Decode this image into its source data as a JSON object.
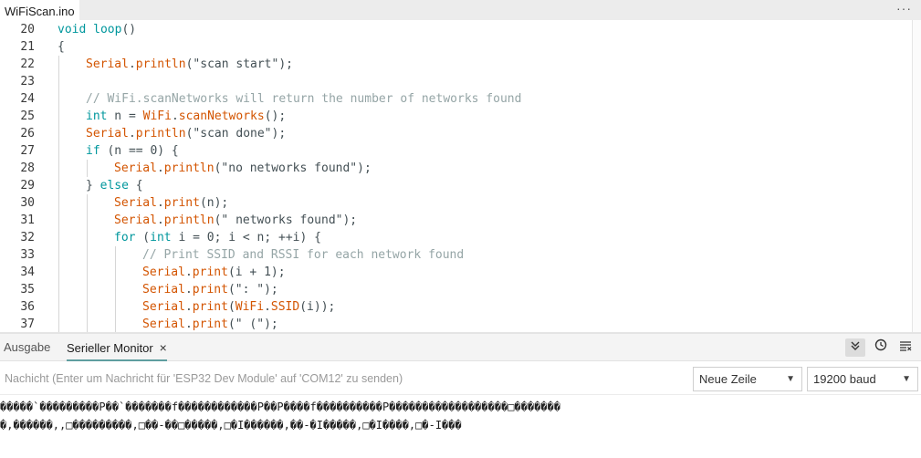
{
  "tab": {
    "filename": "WiFiScan.ino",
    "more_icon": "ellipsis-icon",
    "more_label": "···"
  },
  "editor": {
    "lines": [
      {
        "num": "20",
        "indent": 0,
        "tokens": [
          {
            "t": "kw",
            "s": "void"
          },
          {
            "t": "tx",
            "s": " "
          },
          {
            "t": "kw",
            "s": "loop"
          },
          {
            "t": "tx",
            "s": "()"
          }
        ]
      },
      {
        "num": "21",
        "indent": 0,
        "tokens": [
          {
            "t": "tx",
            "s": "{"
          }
        ]
      },
      {
        "num": "22",
        "indent": 1,
        "tokens": [
          {
            "t": "fn",
            "s": "Serial"
          },
          {
            "t": "tx",
            "s": "."
          },
          {
            "t": "fn",
            "s": "println"
          },
          {
            "t": "tx",
            "s": "(\"scan start\");"
          }
        ]
      },
      {
        "num": "23",
        "indent": 1,
        "tokens": []
      },
      {
        "num": "24",
        "indent": 1,
        "tokens": [
          {
            "t": "cm",
            "s": "// WiFi.scanNetworks will return the number of networks found"
          }
        ]
      },
      {
        "num": "25",
        "indent": 1,
        "tokens": [
          {
            "t": "kw",
            "s": "int"
          },
          {
            "t": "tx",
            "s": " n = "
          },
          {
            "t": "fn",
            "s": "WiFi"
          },
          {
            "t": "tx",
            "s": "."
          },
          {
            "t": "fn",
            "s": "scanNetworks"
          },
          {
            "t": "tx",
            "s": "();"
          }
        ]
      },
      {
        "num": "26",
        "indent": 1,
        "tokens": [
          {
            "t": "fn",
            "s": "Serial"
          },
          {
            "t": "tx",
            "s": "."
          },
          {
            "t": "fn",
            "s": "println"
          },
          {
            "t": "tx",
            "s": "(\"scan done\");"
          }
        ]
      },
      {
        "num": "27",
        "indent": 1,
        "tokens": [
          {
            "t": "kw",
            "s": "if"
          },
          {
            "t": "tx",
            "s": " (n == 0) {"
          }
        ]
      },
      {
        "num": "28",
        "indent": 2,
        "tokens": [
          {
            "t": "fn",
            "s": "Serial"
          },
          {
            "t": "tx",
            "s": "."
          },
          {
            "t": "fn",
            "s": "println"
          },
          {
            "t": "tx",
            "s": "(\"no networks found\");"
          }
        ]
      },
      {
        "num": "29",
        "indent": 1,
        "tokens": [
          {
            "t": "tx",
            "s": "} "
          },
          {
            "t": "kw",
            "s": "else"
          },
          {
            "t": "tx",
            "s": " {"
          }
        ]
      },
      {
        "num": "30",
        "indent": 2,
        "tokens": [
          {
            "t": "fn",
            "s": "Serial"
          },
          {
            "t": "tx",
            "s": "."
          },
          {
            "t": "fn",
            "s": "print"
          },
          {
            "t": "tx",
            "s": "(n);"
          }
        ]
      },
      {
        "num": "31",
        "indent": 2,
        "tokens": [
          {
            "t": "fn",
            "s": "Serial"
          },
          {
            "t": "tx",
            "s": "."
          },
          {
            "t": "fn",
            "s": "println"
          },
          {
            "t": "tx",
            "s": "(\" networks found\");"
          }
        ]
      },
      {
        "num": "32",
        "indent": 2,
        "tokens": [
          {
            "t": "kw",
            "s": "for"
          },
          {
            "t": "tx",
            "s": " ("
          },
          {
            "t": "kw",
            "s": "int"
          },
          {
            "t": "tx",
            "s": " i = 0; i < n; ++i) {"
          }
        ]
      },
      {
        "num": "33",
        "indent": 3,
        "tokens": [
          {
            "t": "cm",
            "s": "// Print SSID and RSSI for each network found"
          }
        ]
      },
      {
        "num": "34",
        "indent": 3,
        "tokens": [
          {
            "t": "fn",
            "s": "Serial"
          },
          {
            "t": "tx",
            "s": "."
          },
          {
            "t": "fn",
            "s": "print"
          },
          {
            "t": "tx",
            "s": "(i + 1);"
          }
        ]
      },
      {
        "num": "35",
        "indent": 3,
        "tokens": [
          {
            "t": "fn",
            "s": "Serial"
          },
          {
            "t": "tx",
            "s": "."
          },
          {
            "t": "fn",
            "s": "print"
          },
          {
            "t": "tx",
            "s": "(\": \");"
          }
        ]
      },
      {
        "num": "36",
        "indent": 3,
        "tokens": [
          {
            "t": "fn",
            "s": "Serial"
          },
          {
            "t": "tx",
            "s": "."
          },
          {
            "t": "fn",
            "s": "print"
          },
          {
            "t": "tx",
            "s": "("
          },
          {
            "t": "fn",
            "s": "WiFi"
          },
          {
            "t": "tx",
            "s": "."
          },
          {
            "t": "fn",
            "s": "SSID"
          },
          {
            "t": "tx",
            "s": "(i));"
          }
        ]
      },
      {
        "num": "37",
        "indent": 3,
        "tokens": [
          {
            "t": "fn",
            "s": "Serial"
          },
          {
            "t": "tx",
            "s": "."
          },
          {
            "t": "fn",
            "s": "print"
          },
          {
            "t": "tx",
            "s": "(\" (\");"
          }
        ]
      }
    ],
    "colors": {
      "keyword": "#00979d",
      "function": "#d35400",
      "comment": "#95a5a6",
      "text": "#434f54"
    }
  },
  "panel": {
    "tabs": {
      "output_label": "Ausgabe",
      "serial_label": "Serieller Monitor",
      "close_icon": "close-icon",
      "close_glyph": "×"
    },
    "tools": {
      "autoscroll_icon": "autoscroll-chevrons-icon",
      "autoscroll_glyph": "⌄",
      "timestamp_icon": "clock-icon",
      "timestamp_glyph": "🕘",
      "clear_icon": "clear-output-icon",
      "clear_glyph": "≡"
    },
    "input": {
      "placeholder": "Nachicht (Enter um Nachricht für 'ESP32 Dev Module' auf 'COM12' zu senden)",
      "value": ""
    },
    "line_ending": {
      "selected": "Neue Zeile"
    },
    "baud": {
      "selected": "19200 baud"
    },
    "caret_glyph": "▼",
    "output_lines": [
      "�����`���������P��`�������f������������P��P����f����������P������������������□�������",
      "�,������,,□���������,□��-��□�����,□�I������,��-�I�����,□�I����,□�-I���"
    ]
  }
}
